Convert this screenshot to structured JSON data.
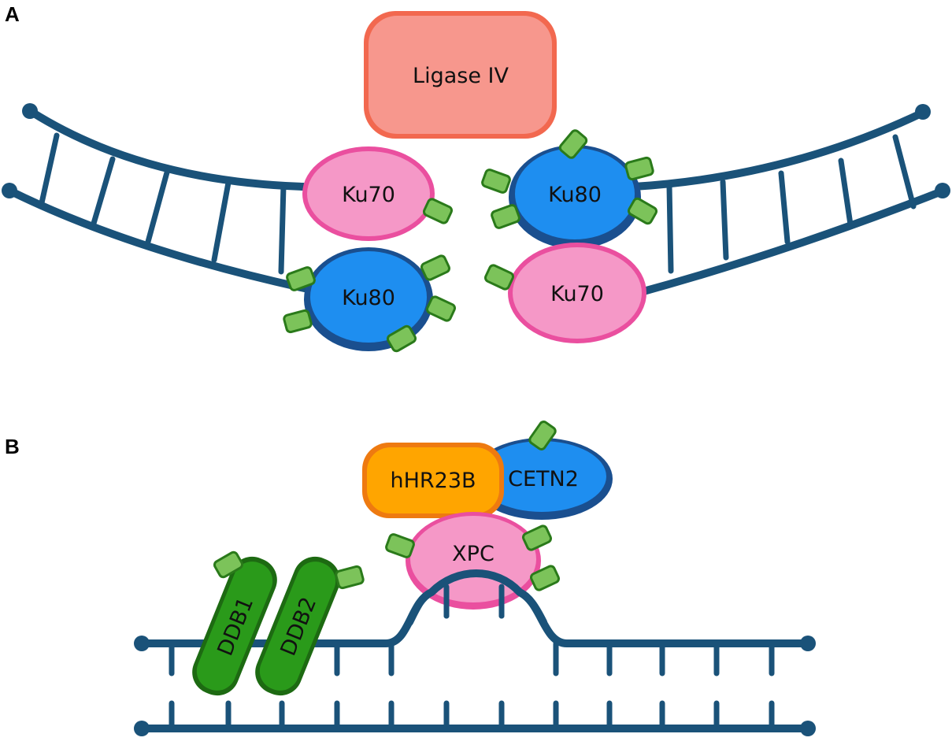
{
  "panels": {
    "a": {
      "label": "A"
    },
    "b": {
      "label": "B"
    }
  },
  "proteins": {
    "ligase": "Ligase IV",
    "ku70_left": "Ku70",
    "ku80_left": "Ku80",
    "ku80_right": "Ku80",
    "ku70_right": "Ku70",
    "hhr23b": "hHR23B",
    "cetn2": "CETN2",
    "xpc": "XPC",
    "ddb1": "DDB1",
    "ddb2": "DDB2"
  },
  "colors": {
    "dna": "#1a5279",
    "ligase_fill": "#f7978d",
    "ligase_edge": "#f2684f",
    "ku70_fill": "#f598c7",
    "ku70_edge": "#ea4f9f",
    "ku80_fill": "#1e8ef0",
    "ku80_edge": "#1a4f8f",
    "hhr23b_fill": "#ffa500",
    "hhr23b_edge": "#ee7a10",
    "ddb_fill": "#2a9a1a",
    "ddb_edge": "#1d6a12",
    "tag_fill": "#7cc35a"
  }
}
